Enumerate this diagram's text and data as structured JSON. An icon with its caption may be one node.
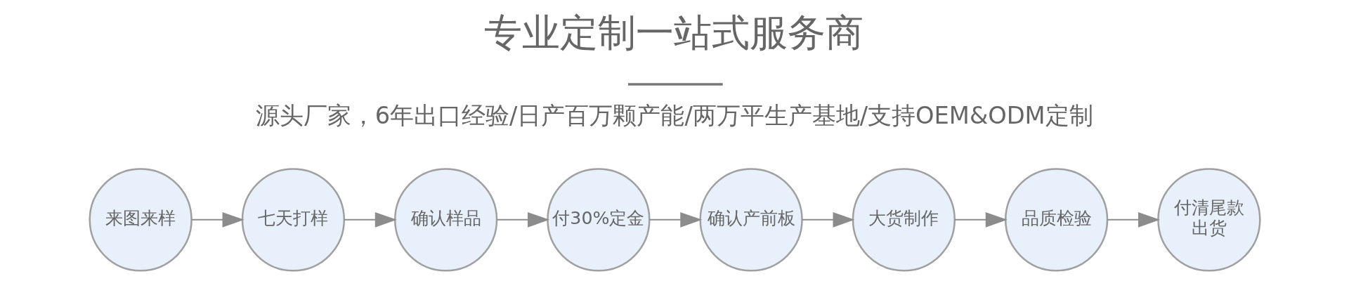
{
  "diagram": {
    "title": "专业定制一站式服务商",
    "nodes": [
      {
        "text": [
          "来图来样"
        ]
      },
      {
        "text": [
          "七天打样"
        ]
      },
      {
        "text": [
          "确认样品"
        ]
      },
      {
        "text": [
          "付30%定金"
        ]
      },
      {
        "text": [
          "确认产前板"
        ]
      },
      {
        "text": [
          "大货制作"
        ]
      },
      {
        "text": [
          "品质检验"
        ]
      },
      {
        "text": [
          "付清尾款出货"
        ]
      }
    ],
    "edges": [
      {
        "from": 0,
        "to": 1,
        "arrow": "to"
      },
      {
        "from": 1,
        "to": 2,
        "arrow": "to"
      },
      {
        "from": 2,
        "to": 3,
        "arrow": "to"
      },
      {
        "from": 3,
        "to": 4,
        "arrow": "to"
      },
      {
        "from": 4,
        "to": 5,
        "arrow": "to"
      },
      {
        "from": 5,
        "to": 6,
        "arrow": "to"
      },
      {
        "from": 6,
        "to": 7,
        "arrow": "to"
      }
    ],
    "labels": [
      "源头厂家，6年出口经验/日产百万颗产能/两万平生产基地/支持OEM&ODM定制"
    ]
  }
}
